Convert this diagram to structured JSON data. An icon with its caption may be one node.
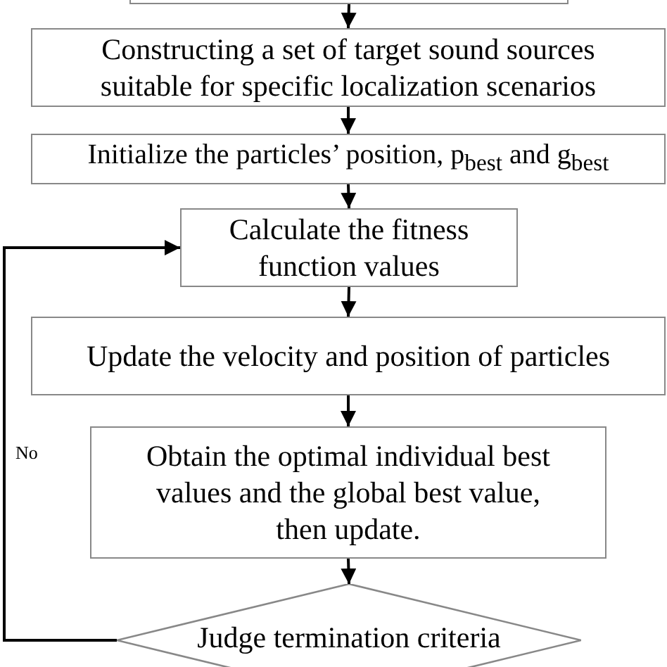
{
  "diagram": {
    "nodes": [
      {
        "text": [],
        "shape": "box"
      },
      {
        "text": [
          "Constructing a set of target sound sources suitable for specific localization scenarios"
        ]
      },
      {
        "text": [
          "Initialize the particles’ position, p$_{best}$ and g$_{best}$"
        ]
      },
      {
        "text": [
          "Calculate the fitness function values"
        ]
      },
      {
        "text": [
          "Update the velocity and position of particles"
        ]
      },
      {
        "text": [
          "Obtain the optimal individual best values and the global best value, then update."
        ]
      },
      {
        "text": [
          "Judge termination criteria"
        ]
      }
    ],
    "edges": [
      {
        "from": 0,
        "to": 1,
        "arrow": "to"
      },
      {
        "from": 1,
        "to": 2,
        "arrow": "to"
      },
      {
        "from": 2,
        "to": 3,
        "arrow": "to"
      },
      {
        "from": 3,
        "to": 4,
        "arrow": "to"
      },
      {
        "from": 4,
        "to": 5,
        "arrow": "to"
      },
      {
        "from": 5,
        "to": 6,
        "arrow": "to"
      },
      {
        "from": 6,
        "to": 3,
        "arrow": "to",
        "label": "No"
      }
    ]
  }
}
